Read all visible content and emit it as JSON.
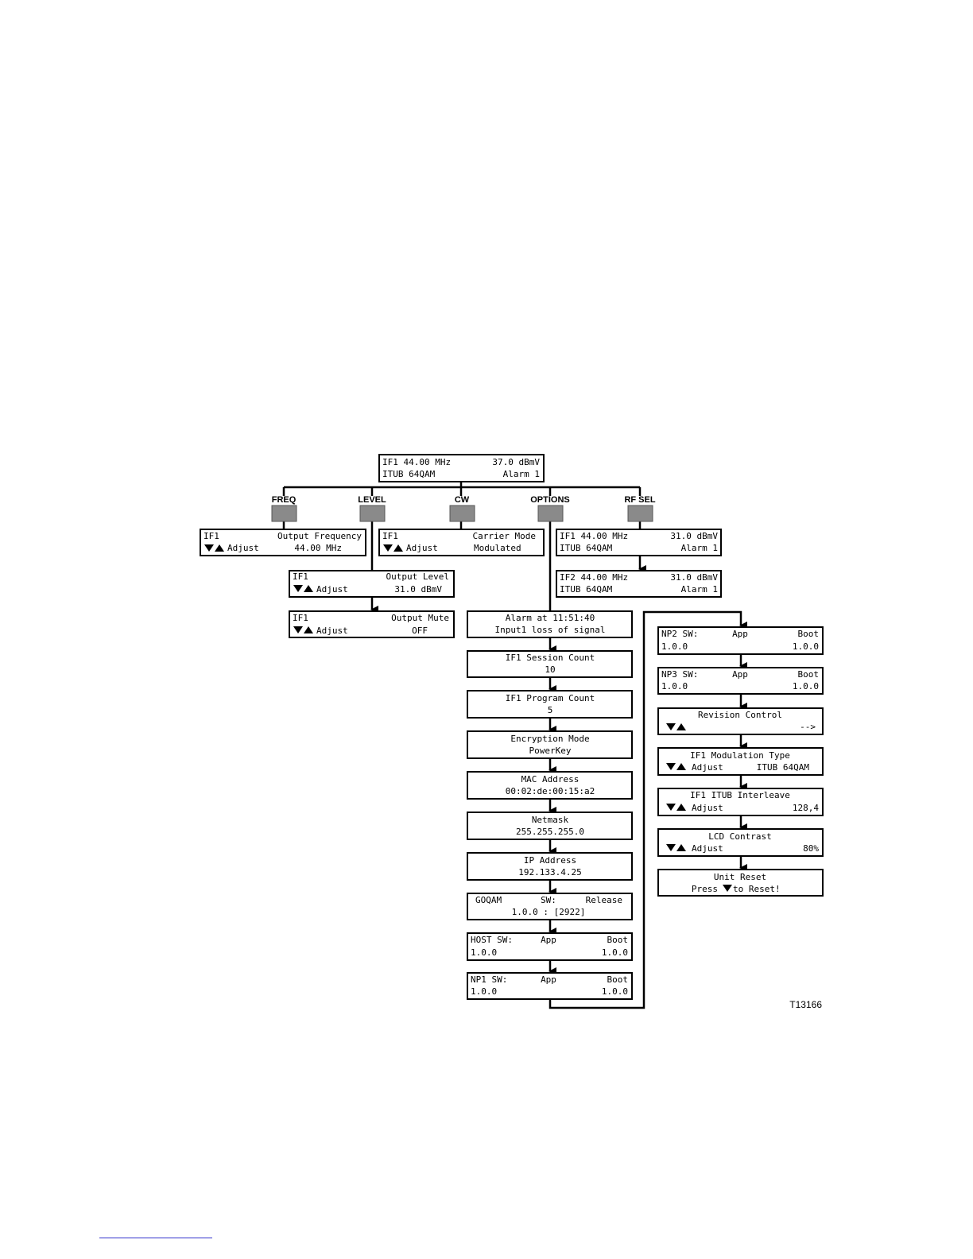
{
  "main_display": {
    "line1_left": "IF1  44.00 MHz",
    "line1_right": "37.0 dBmV",
    "line2_left": "ITUB 64QAM",
    "line2_right": "Alarm 1"
  },
  "buttons": {
    "freq": "FREQ",
    "level": "LEVEL",
    "cw": "CW",
    "options": "OPTIONS",
    "rf_sel": "RF SEL"
  },
  "freq_box": {
    "line1_left": "IF1",
    "line1_right": "Output Frequency",
    "line2_left": "Adjust",
    "line2_right": "44.00 MHz"
  },
  "level_box": {
    "line1_left": "IF1",
    "line1_right": "Output Level",
    "line2_left": "Adjust",
    "line2_right": "31.0 dBmV"
  },
  "mute_box": {
    "line1_left": "IF1",
    "line1_right": "Output Mute",
    "line2_left": "Adjust",
    "line2_right": "OFF"
  },
  "cw_box": {
    "line1_left": "IF1",
    "line1_right": "Carrier Mode",
    "line2_left": "Adjust",
    "line2_right": "Modulated"
  },
  "rf1_box": {
    "line1_left": "IF1  44.00 MHz",
    "line1_right": "31.0 dBmV",
    "line2_left": "ITUB 64QAM",
    "line2_right": "Alarm 1"
  },
  "rf2_box": {
    "line1_left": "IF2  44.00 MHz",
    "line1_right": "31.0 dBmV",
    "line2_left": "ITUB 64QAM",
    "line2_right": "Alarm 1"
  },
  "options": {
    "alarm": {
      "line1": "Alarm at 11:51:40",
      "line2": "Input1 loss of signal"
    },
    "session": {
      "line1": "IF1 Session Count",
      "line2": "10"
    },
    "program": {
      "line1": "IF1 Program Count",
      "line2": "5"
    },
    "encryption": {
      "line1": "Encryption Mode",
      "line2": "PowerKey"
    },
    "mac": {
      "line1": "MAC Address",
      "line2": "00:02:de:00:15:a2"
    },
    "netmask": {
      "line1": "Netmask",
      "line2": "255.255.255.0"
    },
    "ip": {
      "line1": "IP Address",
      "line2": "192.133.4.25"
    },
    "goqam": {
      "line1_left": "GOQAM",
      "line1_mid": "SW:",
      "line1_right": "Release",
      "line2": "1.0.0 : [2922]"
    },
    "host": {
      "line1_left": "HOST SW:",
      "line1_mid": "App",
      "line1_right": "Boot",
      "line2_left": "1.0.0",
      "line2_right": "1.0.0"
    },
    "np1": {
      "line1_left": "NP1 SW:",
      "line1_mid": "App",
      "line1_right": "Boot",
      "line2_left": "1.0.0",
      "line2_right": "1.0.0"
    },
    "np2": {
      "line1_left": "NP2 SW:",
      "line1_mid": "App",
      "line1_right": "Boot",
      "line2_left": "1.0.0",
      "line2_right": "1.0.0"
    },
    "np3": {
      "line1_left": "NP3 SW:",
      "line1_mid": "App",
      "line1_right": "Boot",
      "line2_left": "1.0.0",
      "line2_right": "1.0.0"
    },
    "revision": {
      "line1": "Revision Control",
      "line2_right": "-->"
    },
    "modulation": {
      "line1": "IF1 Modulation Type",
      "line2_left": "Adjust",
      "line2_right": "ITUB 64QAM"
    },
    "interleave": {
      "line1": "IF1 ITUB Interleave",
      "line2_left": "Adjust",
      "line2_right": "128,4"
    },
    "contrast": {
      "line1": "LCD Contrast",
      "line2_left": "Adjust",
      "line2_right": "80%"
    },
    "reset": {
      "line1": "Unit Reset",
      "line2_left": "Press",
      "line2_right": "to Reset!"
    }
  },
  "figure_tag": "T13166",
  "icons": {
    "down_up": "down-up-triangle-icon",
    "down": "down-triangle-icon"
  }
}
